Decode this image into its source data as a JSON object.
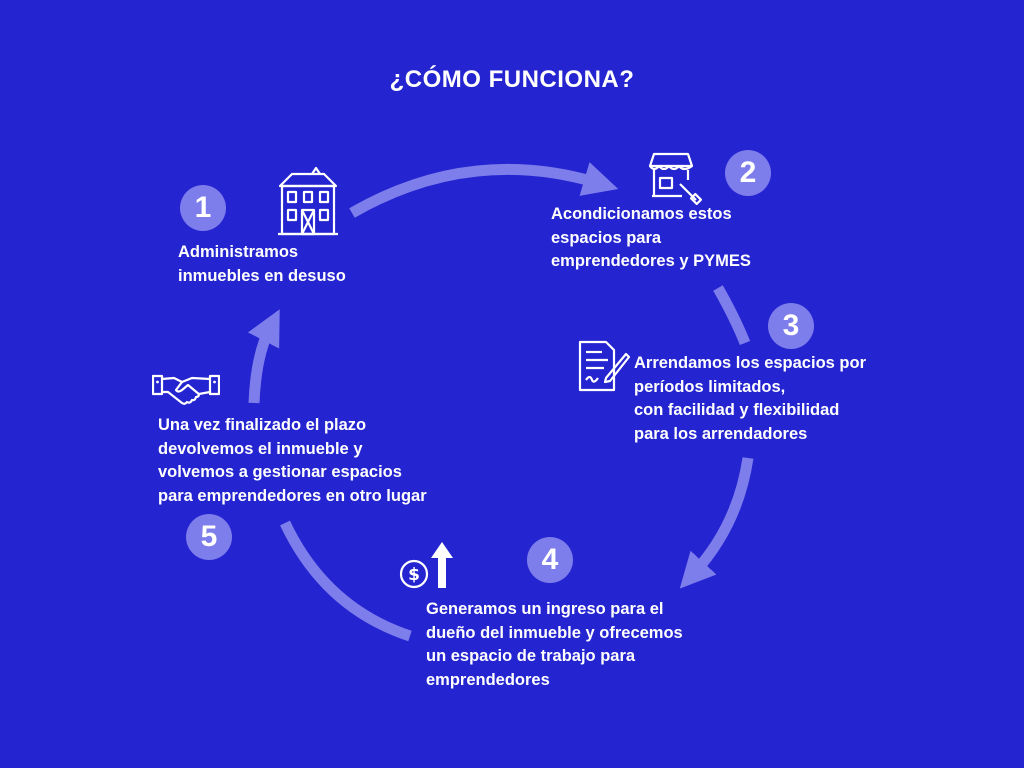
{
  "title": "¿CÓMO FUNCIONA?",
  "colors": {
    "background": "#2424d0",
    "arrow": "#7d7deb",
    "badge": "#7d7deb",
    "text": "#ffffff"
  },
  "steps": [
    {
      "number": "1",
      "icon": "building-icon",
      "lines": [
        "Administramos",
        "inmuebles en desuso"
      ]
    },
    {
      "number": "2",
      "icon": "storefront-paint-icon",
      "lines": [
        "Acondicionamos estos",
        "espacios para",
        "emprendedores y PYMES"
      ]
    },
    {
      "number": "3",
      "icon": "contract-document-icon",
      "lines": [
        "Arrendamos los espacios por",
        "períodos limitados,",
        "con facilidad y flexibilidad",
        "para los arrendadores"
      ]
    },
    {
      "number": "4",
      "icon": "money-growth-icon",
      "lines": [
        "Generamos un ingreso para el",
        "dueño del inmueble y ofrecemos",
        "un espacio de trabajo para",
        "emprendedores"
      ]
    },
    {
      "number": "5",
      "icon": "handshake-icon",
      "lines": [
        "Una vez finalizado el plazo",
        "devolvemos el inmueble y",
        "volvemos a gestionar espacios",
        "para emprendedores en otro lugar"
      ]
    }
  ]
}
